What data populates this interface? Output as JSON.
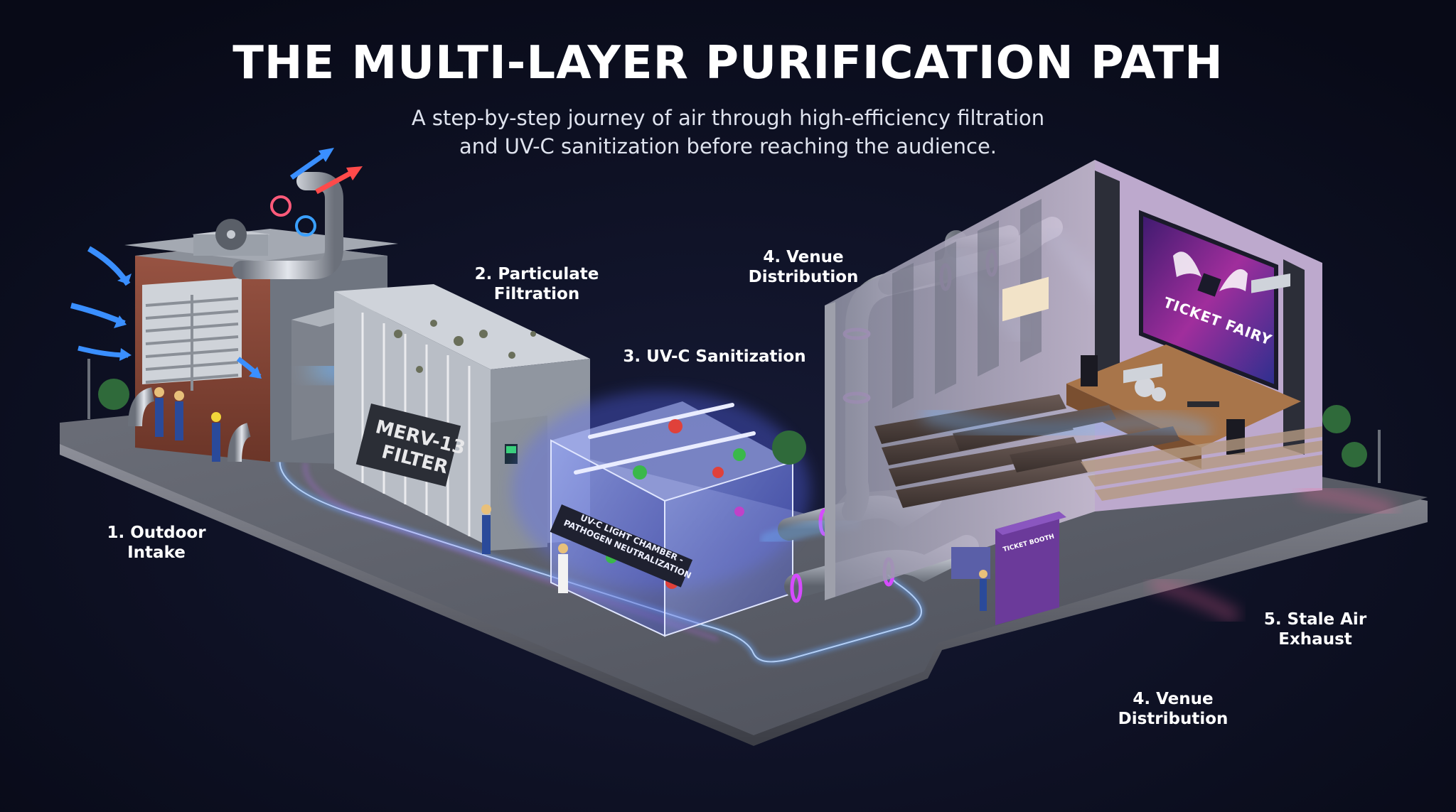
{
  "header": {
    "title": "THE MULTI-LAYER PURIFICATION PATH",
    "subtitle_line1": "A step-by-step journey of air through high-efficiency filtration",
    "subtitle_line2": "and UV-C sanitization before reaching the audience."
  },
  "steps": {
    "intake": {
      "line1": "1. Outdoor",
      "line2": "Intake"
    },
    "filtration": {
      "line1": "2. Particulate",
      "line2": "Filtration"
    },
    "uvc": {
      "line1": "3. UV-C Sanitization"
    },
    "distribution_top": {
      "line1": "4. Venue",
      "line2": "Distribution"
    },
    "exhaust": {
      "line1": "5. Stale Air",
      "line2": "Exhaust"
    },
    "distribution_bottom": {
      "line1": "4. Venue",
      "line2": "Distribution"
    }
  },
  "equipment": {
    "filter_sign_line1": "MERV-13",
    "filter_sign_line2": "FILTER",
    "uv_chamber_line1": "UV-C LIGHT CHAMBER -",
    "uv_chamber_line2": "PATHOGEN NEUTRALIZATION",
    "ticket_booth": "TICKET BOOTH",
    "screen_brand": "TICKET FAIRY"
  },
  "colors": {
    "background": "#0b0e1e",
    "airflow_blue": "#3a8fff",
    "exhaust_red": "#ff4a4a",
    "uv_glow": "#6f7dff",
    "pipe_ring_magenta": "#d64bff",
    "brick": "#8a4a3a",
    "platform": "#4a4c55"
  }
}
